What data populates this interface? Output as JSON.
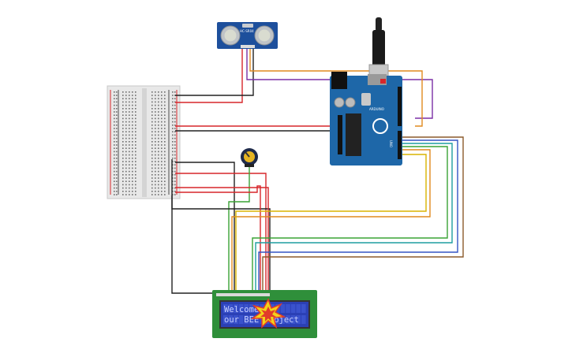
{
  "components": {
    "sensor": {
      "label": "HC-SR04"
    },
    "arduino": {
      "label": "UNO",
      "brand": "ARDUINO"
    },
    "lcd": {
      "line1": "Welcome to",
      "line2": "our BEE project"
    }
  },
  "colors": {
    "red": "#d7262a",
    "black": "#222222",
    "purple": "#7b2fa5",
    "orange": "#e08a1e",
    "yellow": "#d9b300",
    "green": "#3aa335",
    "teal": "#1f9ea0",
    "blue": "#3454c4",
    "brown": "#8b5a2b",
    "arduino_blue": "#1e67a8",
    "lcd_green": "#2f8f3a",
    "lcd_blue": "#2b40b5"
  }
}
